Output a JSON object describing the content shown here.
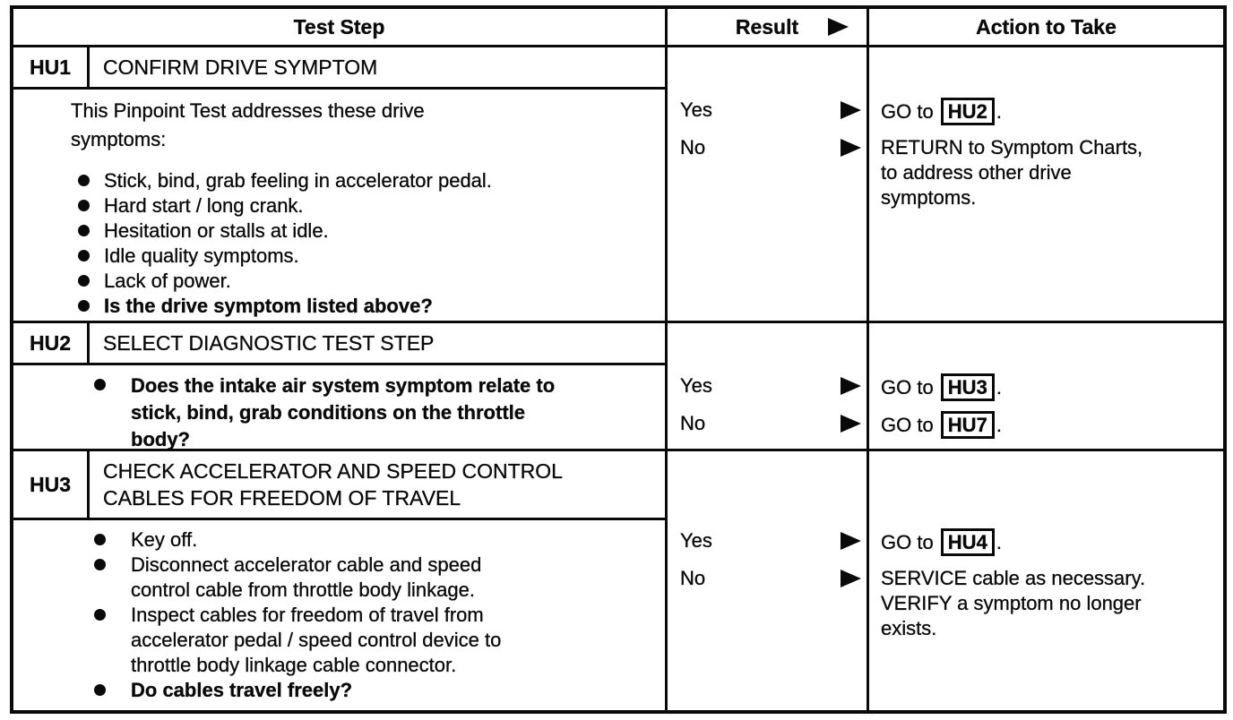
{
  "document": {
    "colors": {
      "ink": "#0a0a0a",
      "paper": "#ffffff"
    },
    "headers": {
      "test_step": "Test Step",
      "result": "Result",
      "result_arrow_icon": "right-triangle-icon",
      "action": "Action to Take"
    },
    "steps": [
      {
        "code": "HU1",
        "title": "CONFIRM DRIVE SYMPTOM",
        "intro": "This Pinpoint Test addresses these drive symptoms:",
        "bullets": [
          {
            "text": "Stick, bind, grab feeling in accelerator pedal.",
            "bold": false
          },
          {
            "text": "Hard start / long crank.",
            "bold": false
          },
          {
            "text": "Hesitation or stalls at idle.",
            "bold": false
          },
          {
            "text": "Idle quality symptoms.",
            "bold": false
          },
          {
            "text": "Lack of power.",
            "bold": false
          },
          {
            "text": "Is the drive symptom listed above?",
            "bold": true
          }
        ],
        "results": [
          {
            "label": "Yes",
            "action": {
              "pre": "GO to ",
              "ref": "HU2",
              "post": "."
            }
          },
          {
            "label": "No",
            "action": {
              "text": "RETURN to Symptom Charts, to address other drive symptoms."
            }
          }
        ]
      },
      {
        "code": "HU2",
        "title": "SELECT DIAGNOSTIC TEST STEP",
        "intro": null,
        "bullets": [
          {
            "text": "Does the intake air system symptom relate to stick, bind, grab conditions on the throttle body?",
            "bold": true
          }
        ],
        "results": [
          {
            "label": "Yes",
            "action": {
              "pre": "GO to ",
              "ref": "HU3",
              "post": "."
            }
          },
          {
            "label": "No",
            "action": {
              "pre": "GO to ",
              "ref": "HU7",
              "post": "."
            }
          }
        ]
      },
      {
        "code": "HU3",
        "title": "CHECK ACCELERATOR AND SPEED CONTROL CABLES FOR FREEDOM OF TRAVEL",
        "intro": null,
        "bullets": [
          {
            "text": "Key off.",
            "bold": false
          },
          {
            "text": "Disconnect accelerator cable and speed control cable from throttle body linkage.",
            "bold": false
          },
          {
            "text": "Inspect cables for freedom of travel from accelerator pedal / speed control device to throttle body linkage cable connector.",
            "bold": false
          },
          {
            "text": "Do cables travel freely?",
            "bold": true
          }
        ],
        "results": [
          {
            "label": "Yes",
            "action": {
              "pre": "GO to ",
              "ref": "HU4",
              "post": "."
            }
          },
          {
            "label": "No",
            "action": {
              "text": "SERVICE cable as necessary. VERIFY a symptom no longer exists."
            }
          }
        ]
      }
    ]
  }
}
